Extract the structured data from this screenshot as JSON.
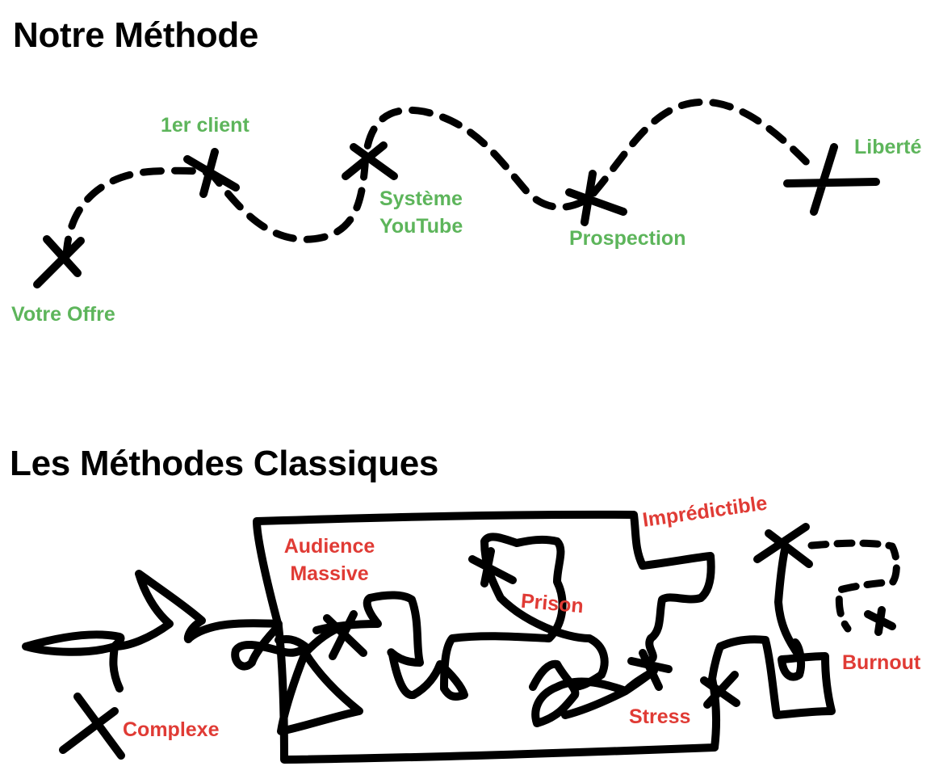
{
  "headings": {
    "our_method": "Notre Méthode",
    "classic_methods": "Les Méthodes Classiques"
  },
  "our_method_steps": [
    {
      "id": "votre-offre",
      "label": "Votre Offre"
    },
    {
      "id": "premier-client",
      "label": "1er client"
    },
    {
      "id": "systeme-youtube",
      "label_line1": "Système",
      "label_line2": "YouTube"
    },
    {
      "id": "prospection",
      "label": "Prospection"
    },
    {
      "id": "liberte",
      "label": "Liberté"
    }
  ],
  "classic_method_steps": [
    {
      "id": "complexe",
      "label": "Complexe"
    },
    {
      "id": "audience-massive",
      "label_line1": "Audience",
      "label_line2": "Massive"
    },
    {
      "id": "prison",
      "label": "Prison"
    },
    {
      "id": "impredictible",
      "label": "Imprédictible"
    },
    {
      "id": "stress",
      "label": "Stress"
    },
    {
      "id": "burnout",
      "label": "Burnout"
    }
  ],
  "colors": {
    "ink": "#000000",
    "good_label": "#5db55b",
    "bad_label": "#e03b35",
    "background": "#ffffff"
  }
}
